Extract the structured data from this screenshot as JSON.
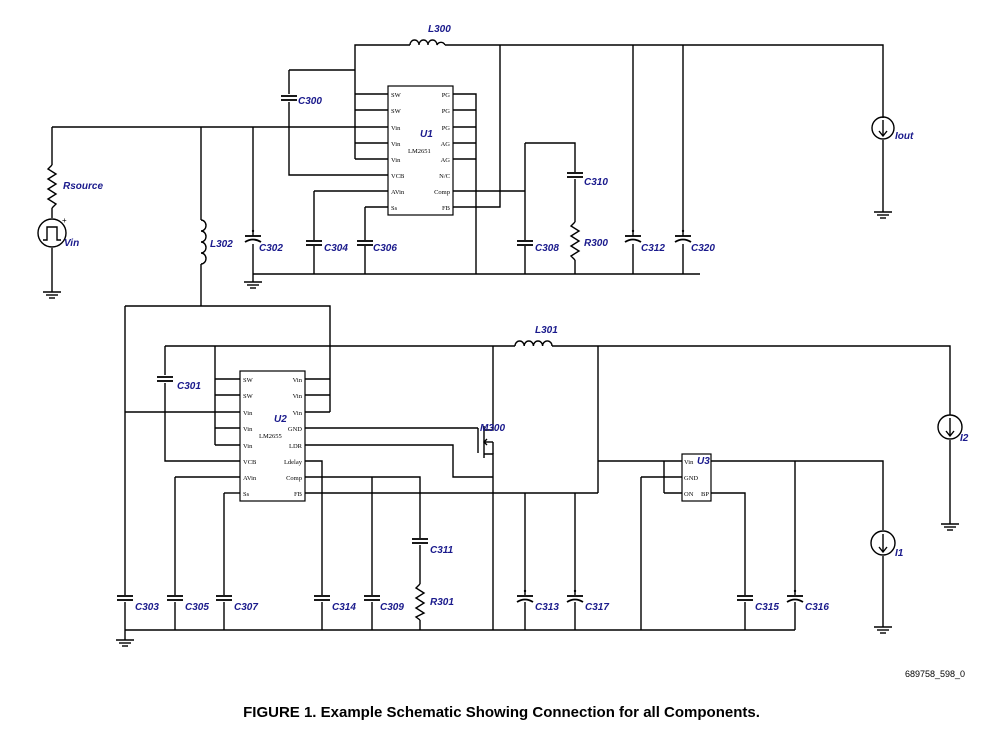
{
  "schematic": {
    "labels": {
      "L300": "L300",
      "C300": "C300",
      "U1": "U1",
      "Rsource": "Rsource",
      "Vin": "Vin",
      "L302": "L302",
      "C302": "C302",
      "C304": "C304",
      "C306": "C306",
      "C308": "C308",
      "C310": "C310",
      "R300": "R300",
      "C312": "C312",
      "C320": "C320",
      "Iout": "Iout",
      "L301": "L301",
      "C301": "C301",
      "U2": "U2",
      "M300": "M300",
      "U3": "U3",
      "I2": "I2",
      "I1": "I1",
      "C303": "C303",
      "C305": "C305",
      "C307": "C307",
      "C314": "C314",
      "C309": "C309",
      "C311": "C311",
      "R301": "R301",
      "C313": "C313",
      "C317": "C317",
      "C315": "C315",
      "C316": "C316"
    },
    "u1": {
      "part": "LM2651",
      "left_pins": [
        "SW",
        "SW",
        "Vin",
        "Vin",
        "Vin",
        "VCB",
        "AVin",
        "Ss"
      ],
      "right_pins": [
        "PG",
        "PG",
        "PG",
        "AG",
        "AG",
        "N/C",
        "Comp",
        "FB"
      ]
    },
    "u2": {
      "part": "LM2655",
      "left_pins": [
        "SW",
        "SW",
        "Vin",
        "Vin",
        "Vin",
        "VCB",
        "AVin",
        "Ss"
      ],
      "right_pins": [
        "Vin",
        "Vin",
        "Vin",
        "GND",
        "LDR",
        "Ldelay",
        "Comp",
        "FB"
      ]
    },
    "u3": {
      "left_pins": [
        "Vin",
        "GND",
        "ON"
      ],
      "right_pins": [
        "BP"
      ]
    },
    "polarity_plus": "+"
  },
  "figure_id": "689758_598_0",
  "caption": "FIGURE 1.  Example Schematic Showing Connection for all Components."
}
